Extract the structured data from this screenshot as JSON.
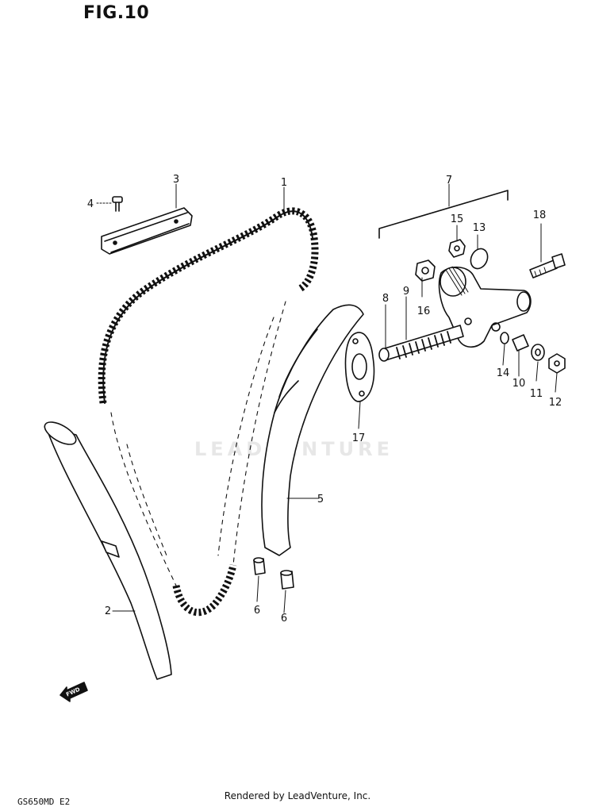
{
  "figure": {
    "title": "FIG.10",
    "credit": "Rendered by LeadVenture, Inc.",
    "model_code": "GS650MD E2",
    "watermark": "LEADVENTURE",
    "fwd_label": "FWD"
  },
  "callouts": [
    {
      "id": "1",
      "label": "1"
    },
    {
      "id": "2",
      "label": "2"
    },
    {
      "id": "3",
      "label": "3"
    },
    {
      "id": "4",
      "label": "4"
    },
    {
      "id": "5",
      "label": "5"
    },
    {
      "id": "6a",
      "label": "6"
    },
    {
      "id": "6b",
      "label": "6"
    },
    {
      "id": "7",
      "label": "7"
    },
    {
      "id": "8",
      "label": "8"
    },
    {
      "id": "9",
      "label": "9"
    },
    {
      "id": "10",
      "label": "10"
    },
    {
      "id": "11",
      "label": "11"
    },
    {
      "id": "12",
      "label": "12"
    },
    {
      "id": "13",
      "label": "13"
    },
    {
      "id": "14",
      "label": "14"
    },
    {
      "id": "15",
      "label": "15"
    },
    {
      "id": "16",
      "label": "16"
    },
    {
      "id": "17",
      "label": "17"
    },
    {
      "id": "18",
      "label": "18"
    }
  ]
}
